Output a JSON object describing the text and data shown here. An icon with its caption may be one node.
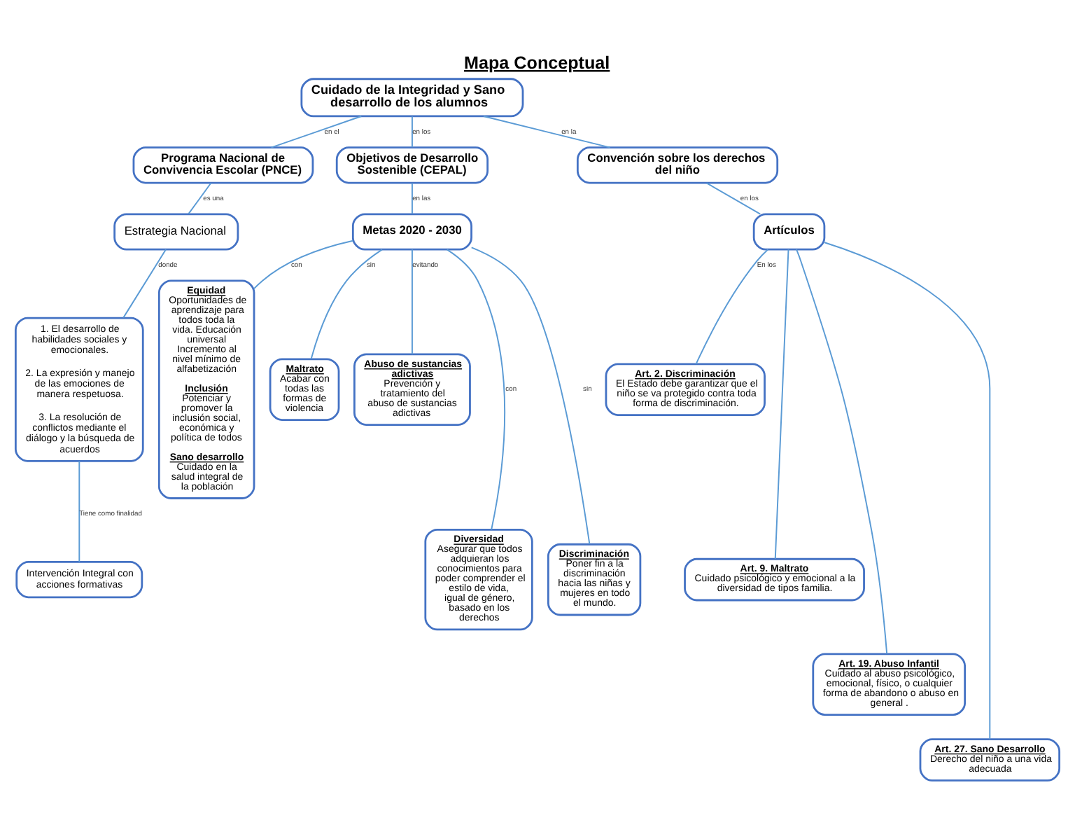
{
  "diagram": {
    "title": "Mapa Conceptual",
    "nodes": [
      {
        "text": [
          "Cuidado de la Integridad y Sano desarrollo de los alumnos"
        ]
      },
      {
        "text": [
          "Programa Nacional de Convivencia Escolar (PNCE)"
        ]
      },
      {
        "text": [
          "Objetivos de Desarrollo Sostenible (CEPAL)"
        ]
      },
      {
        "text": [
          "Convención sobre los derechos del niño"
        ]
      },
      {
        "text": [
          "Estrategia Nacional"
        ]
      },
      {
        "text": [
          "Metas 2020 - 2030"
        ]
      },
      {
        "text": [
          "Artículos"
        ]
      },
      {
        "text": [
          "1. El desarrollo de habilidades sociales y emocionales.",
          "2. La expresión y manejo de las emociones de manera respetuosa.",
          "3. La resolución de conflictos mediante el diálogo y la búsqueda de acuerdos"
        ]
      },
      {
        "text": [
          "Intervención Integral con acciones formativas"
        ]
      },
      {
        "text": [
          "Equidad",
          "Oportunidades de aprendizaje para todos toda la vida. Educación universal Incremento al nivel mínimo de alfabetización",
          "Inclusión",
          "Potenciar y promover la inclusión social, económica y política de todos",
          "Sano desarrollo",
          "Cuidado en la salud integral de la población"
        ]
      },
      {
        "text": [
          "Maltrato",
          "Acabar con todas las formas de violencia"
        ]
      },
      {
        "text": [
          "Abuso de sustancias adictivas",
          "Prevención y tratamiento del abuso de sustancias adictivas"
        ]
      },
      {
        "text": [
          "Diversidad",
          "Asegurar que todos adquieran los conocimientos para poder comprender el estilo de vida, igual de género, basado en los derechos"
        ]
      },
      {
        "text": [
          "Discriminación",
          "Poner fin a la discriminación hacia las niñas y mujeres en todo el mundo."
        ]
      },
      {
        "text": [
          "Art. 2. Discriminación",
          "El Estado debe garantizar que el niño se va protegido contra toda forma de discriminación."
        ]
      },
      {
        "text": [
          "Art. 9. Maltrato",
          "Cuidado psicológico y emocional a la diversidad de tipos familia."
        ]
      },
      {
        "text": [
          "Art. 19. Abuso Infantil",
          "Cuidado al abuso psicológico, emocional, físico, o cualquier forma de abandono o abuso en general ."
        ]
      },
      {
        "text": [
          "Art. 27. Sano Desarrollo",
          "Derecho del niño a una vida adecuada"
        ]
      }
    ],
    "edges": [
      {
        "from": 0,
        "to": 1,
        "arrow": "none",
        "label": "en el"
      },
      {
        "from": 0,
        "to": 2,
        "arrow": "none",
        "label": "en los"
      },
      {
        "from": 0,
        "to": 3,
        "arrow": "none",
        "label": "en la"
      },
      {
        "from": 1,
        "to": 4,
        "arrow": "none",
        "label": "es una"
      },
      {
        "from": 2,
        "to": 5,
        "arrow": "none",
        "label": "en las"
      },
      {
        "from": 3,
        "to": 6,
        "arrow": "none",
        "label": "en los"
      },
      {
        "from": 4,
        "to": 7,
        "arrow": "none",
        "label": "donde"
      },
      {
        "from": 7,
        "to": 8,
        "arrow": "none",
        "label": "Tiene como finalidad"
      },
      {
        "from": 5,
        "to": 9,
        "arrow": "none",
        "label": "con"
      },
      {
        "from": 5,
        "to": 10,
        "arrow": "none",
        "label": "sin"
      },
      {
        "from": 5,
        "to": 11,
        "arrow": "none",
        "label": "evitando"
      },
      {
        "from": 5,
        "to": 12,
        "arrow": "none",
        "label": "con"
      },
      {
        "from": 5,
        "to": 13,
        "arrow": "none",
        "label": "sin"
      },
      {
        "from": 6,
        "to": 14,
        "arrow": "none",
        "label": "En los"
      },
      {
        "from": 6,
        "to": 15,
        "arrow": "none"
      },
      {
        "from": 6,
        "to": 16,
        "arrow": "none"
      },
      {
        "from": 6,
        "to": 17,
        "arrow": "none"
      }
    ]
  }
}
